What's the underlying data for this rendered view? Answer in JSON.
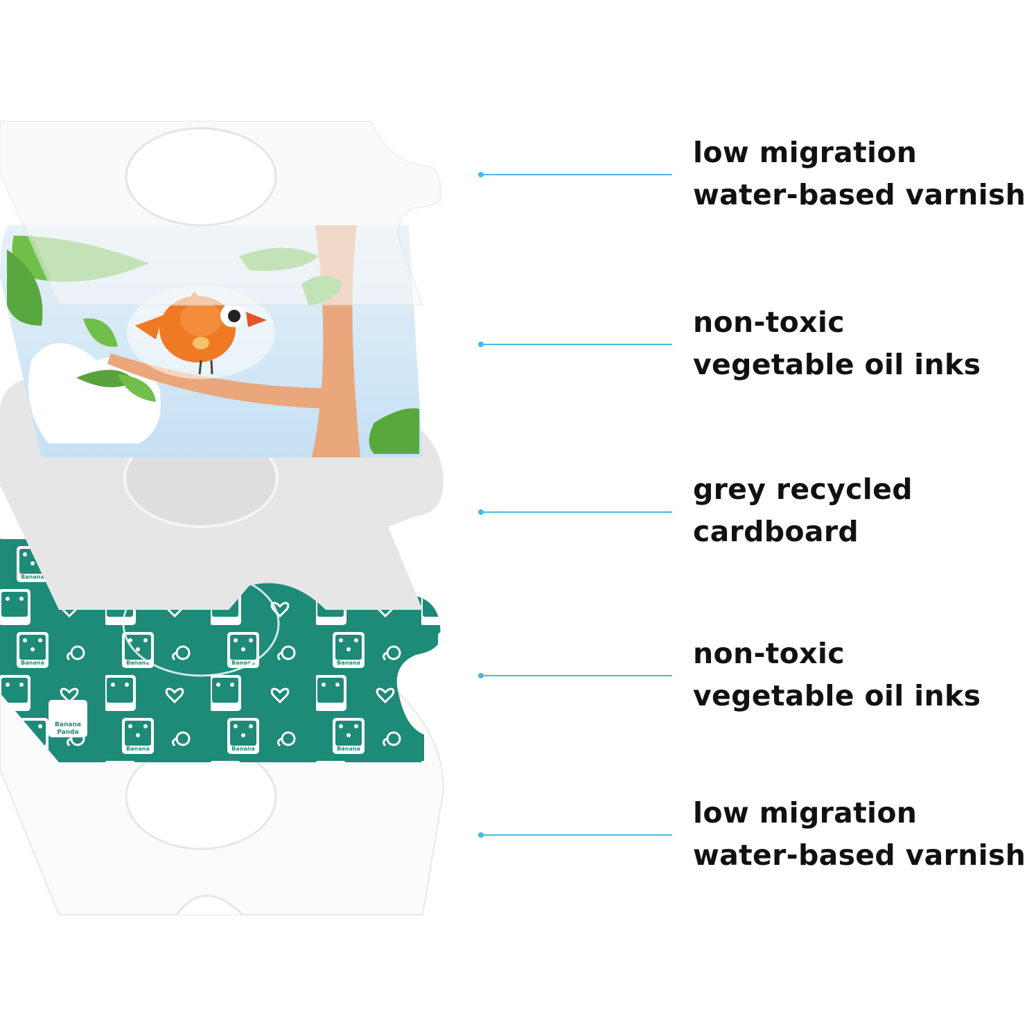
{
  "layers": [
    {
      "id": "top-varnish",
      "lines": [
        "low migration",
        "water-based varnish"
      ]
    },
    {
      "id": "front-ink",
      "lines": [
        "non-toxic",
        "vegetable oil inks"
      ]
    },
    {
      "id": "cardboard",
      "lines": [
        "grey recycled",
        "cardboard"
      ]
    },
    {
      "id": "back-ink",
      "lines": [
        "non-toxic",
        "vegetable oil inks"
      ]
    },
    {
      "id": "bottom-varnish",
      "lines": [
        "low migration",
        "water-based varnish"
      ]
    }
  ],
  "back_pattern": {
    "brand_line1": "Banana",
    "brand_line2": "Panda"
  },
  "colors": {
    "callout": "#49b9df",
    "teal": "#1e8a78",
    "cardboard": "#e6e6e6",
    "sky": "#cfe6f6",
    "bird": "#f07a24",
    "leaf": "#6fbf4a",
    "trunk": "#eaa77b"
  }
}
